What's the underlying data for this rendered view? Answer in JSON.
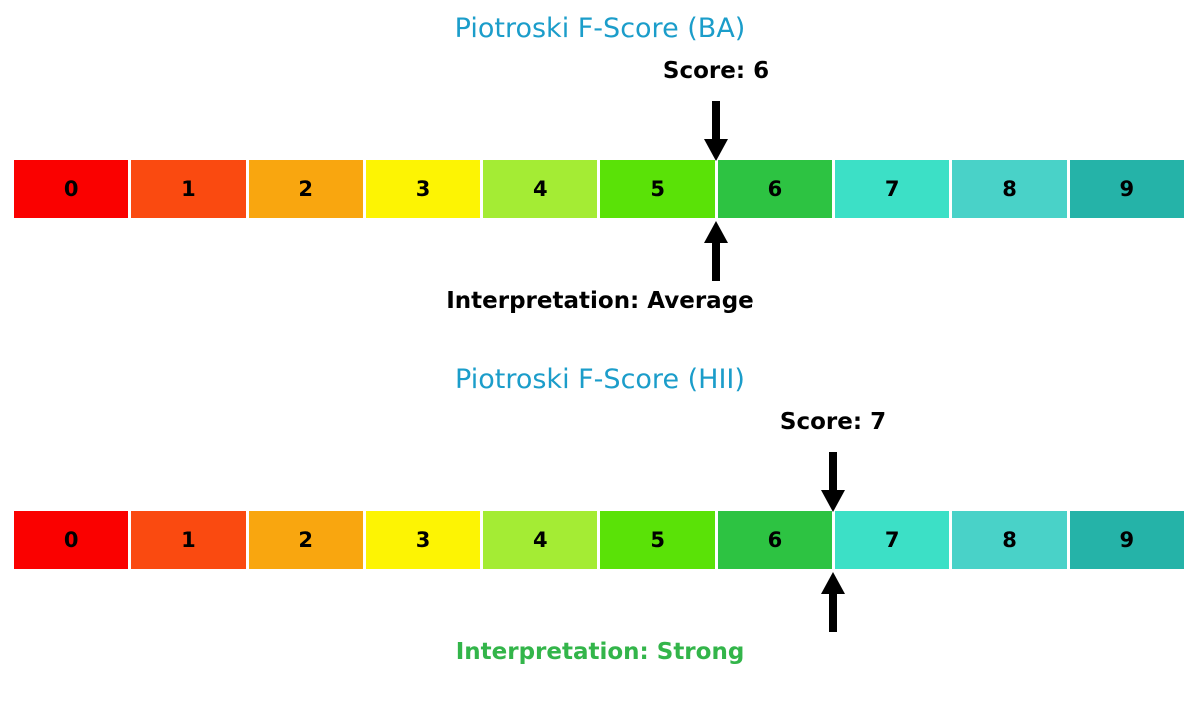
{
  "colors": {
    "background": "#ffffff",
    "title_accent": "#1b9dca",
    "text": "#000000",
    "arrow": "#000000",
    "cell_gap": "#ffffff"
  },
  "chart_data": [
    {
      "type": "bar",
      "subtype": "discrete-score-scale",
      "title": "Piotroski F-Score (BA)",
      "score": 6,
      "score_label": "Score: 6",
      "interpretation": "Average",
      "interpretation_label": "Interpretation: Average",
      "interpretation_color": "#000000",
      "scale_min": 0,
      "scale_max": 10,
      "categories": [
        "0",
        "1",
        "2",
        "3",
        "4",
        "5",
        "6",
        "7",
        "8",
        "9"
      ],
      "cell_colors": [
        "#fa0100",
        "#fa4a10",
        "#f9a60f",
        "#fdf403",
        "#a4ec34",
        "#5ae207",
        "#2dc342",
        "#3ce0c6",
        "#49d2c8",
        "#25b3a8"
      ]
    },
    {
      "type": "bar",
      "subtype": "discrete-score-scale",
      "title": "Piotroski F-Score (HII)",
      "score": 7,
      "score_label": "Score: 7",
      "interpretation": "Strong",
      "interpretation_label": "Interpretation: Strong",
      "interpretation_color": "#33b54a",
      "scale_min": 0,
      "scale_max": 10,
      "categories": [
        "0",
        "1",
        "2",
        "3",
        "4",
        "5",
        "6",
        "7",
        "8",
        "9"
      ],
      "cell_colors": [
        "#fa0100",
        "#fa4a10",
        "#f9a60f",
        "#fdf403",
        "#a4ec34",
        "#5ae207",
        "#2dc342",
        "#3ce0c6",
        "#49d2c8",
        "#25b3a8"
      ]
    }
  ]
}
